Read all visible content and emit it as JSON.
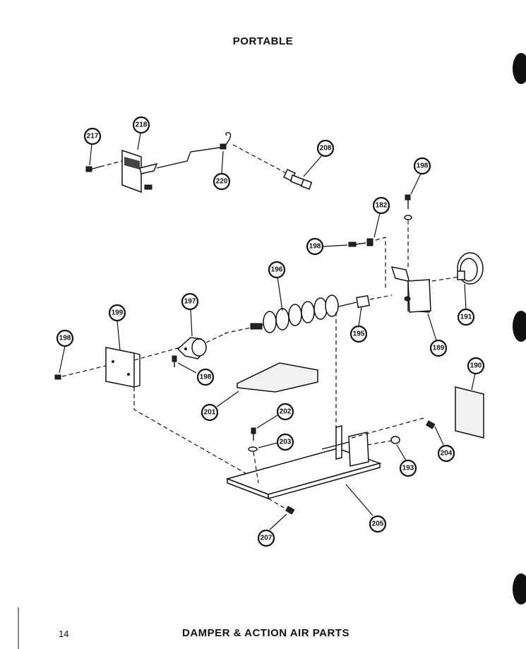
{
  "header": {
    "title": "PORTABLE"
  },
  "footer": {
    "page_number": "14",
    "title": "DAMPER & ACTION AIR PARTS"
  },
  "callouts": {
    "c217": "217",
    "c218": "218",
    "c220": "220",
    "c208": "208",
    "c198a": "198",
    "c182": "182",
    "c198b": "198",
    "c196": "196",
    "c197": "197",
    "c199": "199",
    "c198c": "198",
    "c198d": "198",
    "c195": "195",
    "c191": "191",
    "c189": "189",
    "c190": "190",
    "c201": "201",
    "c202": "202",
    "c203": "203",
    "c204": "204",
    "c193": "193",
    "c205": "205",
    "c207": "207"
  }
}
